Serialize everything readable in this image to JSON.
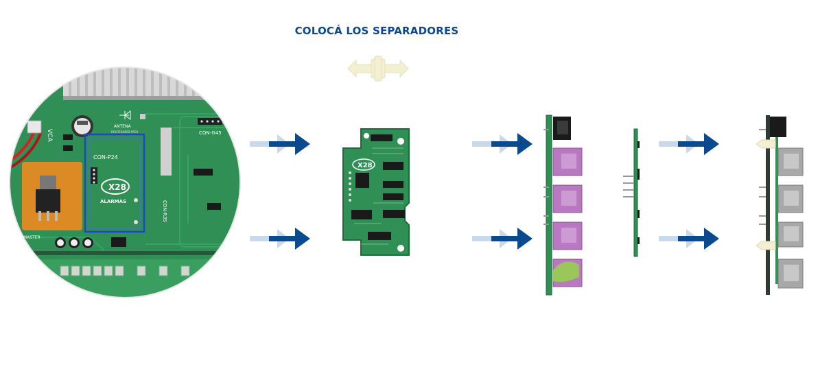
{
  "title": "COLOCÁ LOS SEPARADORES",
  "board": {
    "brand": "X28",
    "brand_sub": "ALARMAS",
    "labels": {
      "vca": "VCA",
      "antena": "ANTENA",
      "antena_sub": "ROUTER/MOD PAD1",
      "con_g45": "CON-G45",
      "con_p24": "CON-P24",
      "con_r35": "CON-R35",
      "master": "MASTER"
    }
  },
  "module": {
    "brand": "X28"
  },
  "colors": {
    "title": "#0b4a8f",
    "arrow": "#0b4a8f",
    "arrow_ghost": "#c9d9ea",
    "pcb": "#2f8f55",
    "pcb_dark": "#1e6a3c",
    "connector": "#b879c0",
    "spacer": "#f3efd2"
  }
}
